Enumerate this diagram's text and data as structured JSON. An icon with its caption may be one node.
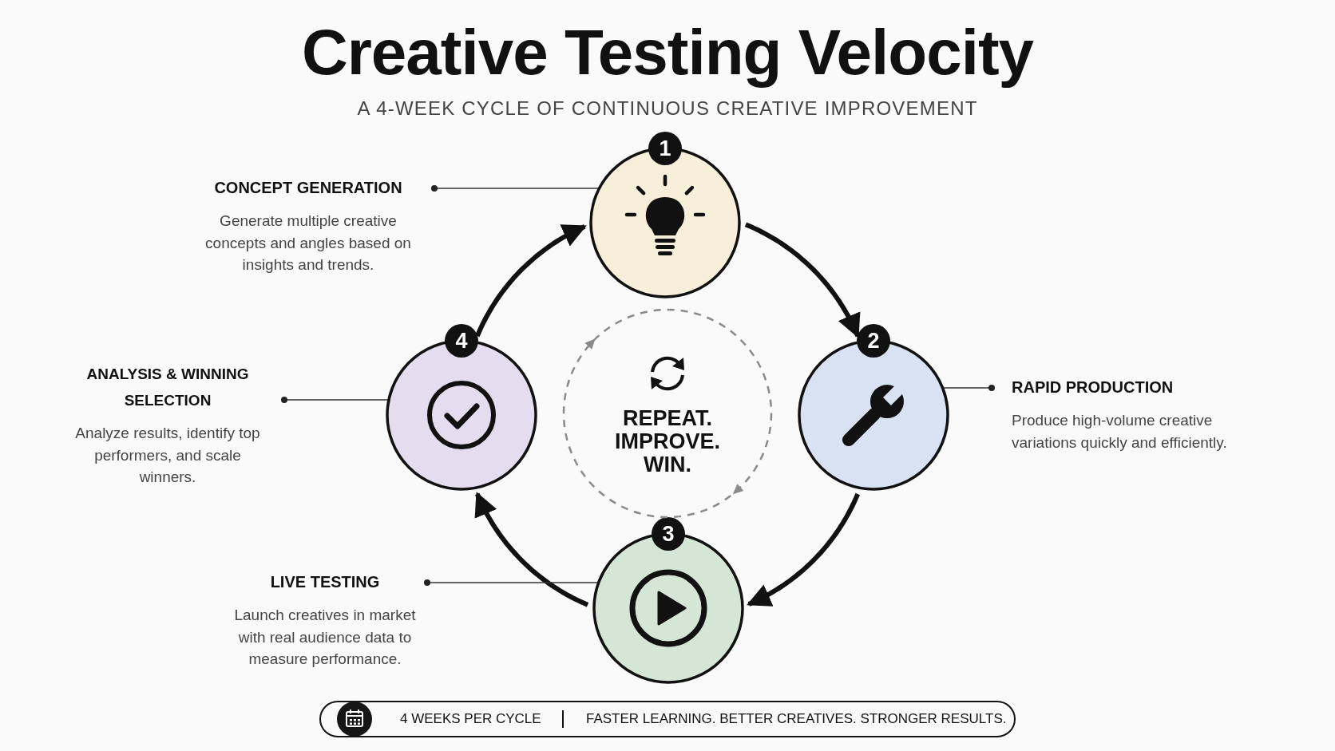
{
  "diagram": {
    "title": "Creative Testing Velocity",
    "nodes": [
      {
        "text": [
          "1"
        ]
      },
      {
        "text": [
          "CONCEPT GENERATION",
          "Generate multiple creative concepts and angles based on insights and trends."
        ]
      },
      {
        "text": [
          "2"
        ]
      },
      {
        "text": [
          "RAPID PRODUCTION",
          "Produce high-volume creative variations quickly and efficiently."
        ]
      },
      {
        "text": [
          "3"
        ]
      },
      {
        "text": [
          "LIVE TESTING",
          "Launch creatives in market with real audience data to measure performance."
        ]
      },
      {
        "text": [
          "4"
        ]
      },
      {
        "text": [
          "ANALYSIS & WINNING SELECTION",
          "Analyze results, identify top performers, and scale winners."
        ]
      },
      {
        "text": [
          "REPEAT. IMPROVE. WIN."
        ]
      },
      {
        "text": [
          "4 WEEKS PER CYCLE",
          "FASTER LEARNING. BETTER CREATIVES. STRONGER RESULTS."
        ]
      }
    ],
    "edges": [
      {
        "from": 0,
        "to": 2,
        "arrow": "to",
        "style": "thick"
      },
      {
        "from": 2,
        "to": 4,
        "arrow": "to",
        "style": "thick"
      },
      {
        "from": 4,
        "to": 6,
        "arrow": "to",
        "style": "thick"
      },
      {
        "from": 6,
        "to": 0,
        "arrow": "to",
        "style": "thick"
      },
      {
        "from": 1,
        "to": 0,
        "arrow": "other"
      },
      {
        "from": 3,
        "to": 2,
        "arrow": "other"
      },
      {
        "from": 5,
        "to": 4,
        "arrow": "other"
      },
      {
        "from": 7,
        "to": 6,
        "arrow": "other"
      }
    ],
    "labels": [
      "A 4-WEEK CYCLE OF CONTINUOUS CREATIVE IMPROVEMENT"
    ]
  }
}
